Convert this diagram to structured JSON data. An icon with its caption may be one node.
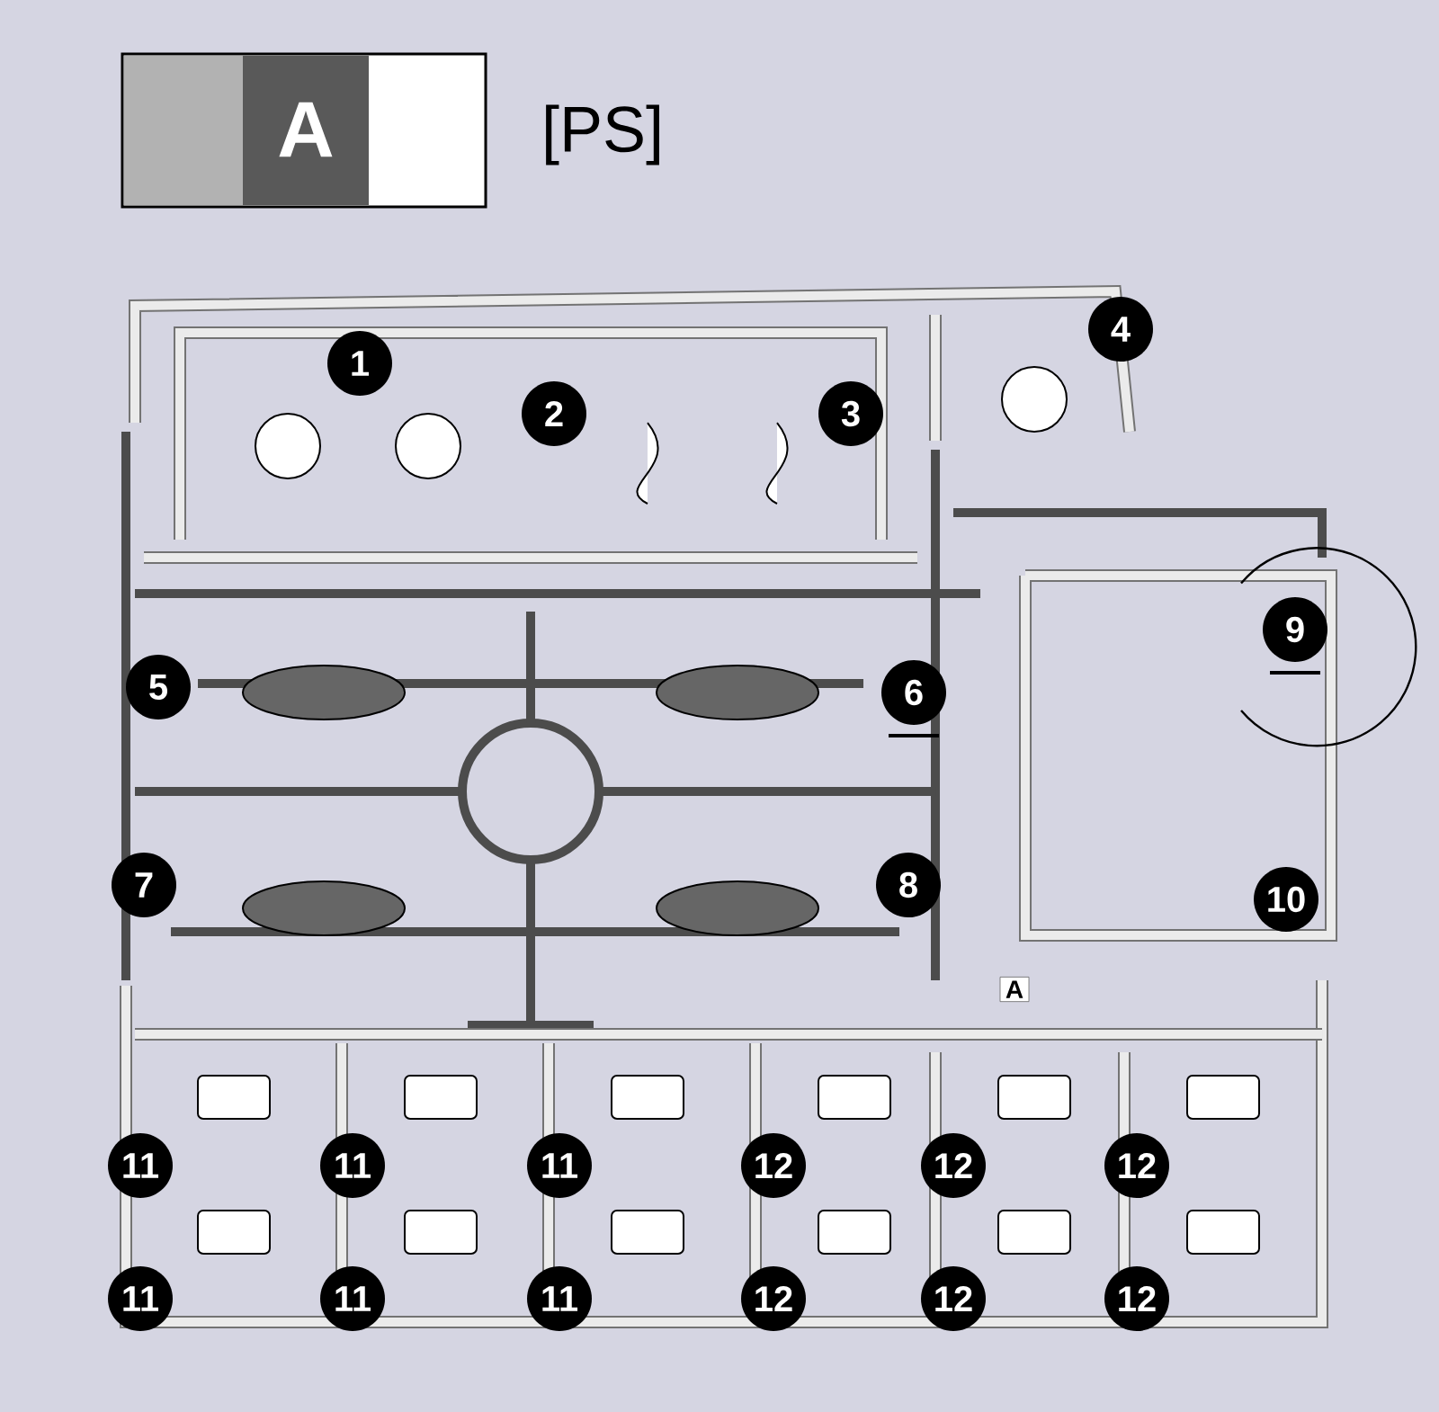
{
  "diagram": {
    "labels": [
      "A",
      "[PS]",
      "1",
      "2",
      "3",
      "4",
      "5",
      "6",
      "7",
      "8",
      "9",
      "10",
      "11",
      "11",
      "11",
      "12",
      "12",
      "12",
      "11",
      "11",
      "11",
      "12",
      "12",
      "12",
      "A"
    ]
  }
}
